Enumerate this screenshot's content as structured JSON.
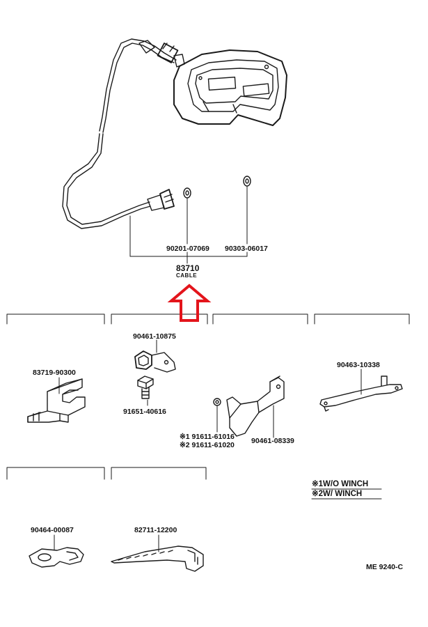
{
  "colors": {
    "line": "#1a1a1a",
    "arrow": "#e3141b",
    "background": "#ffffff"
  },
  "main_assembly": {
    "part_number": "83710",
    "name": "CABLE",
    "sub_parts": [
      "90201-07069",
      "90303-06017"
    ]
  },
  "parts": {
    "p83719": "83719-90300",
    "p90461_10875": "90461-10875",
    "p91651": "91651-40616",
    "p91611_1": "※1 91611-61016",
    "p91611_2": "※2 91611-61020",
    "p90461_08339": "90461-08339",
    "p90463": "90463-10338",
    "p90464": "90464-00087",
    "p82711": "82711-12200"
  },
  "legend": {
    "item1": "※1W/O WINCH",
    "item2": "※2W/ WINCH"
  },
  "figure_code": "ME  9240-C",
  "icons": {
    "highlight": "red-up-arrow-icon",
    "meter": "speedometer-housing-icon"
  }
}
